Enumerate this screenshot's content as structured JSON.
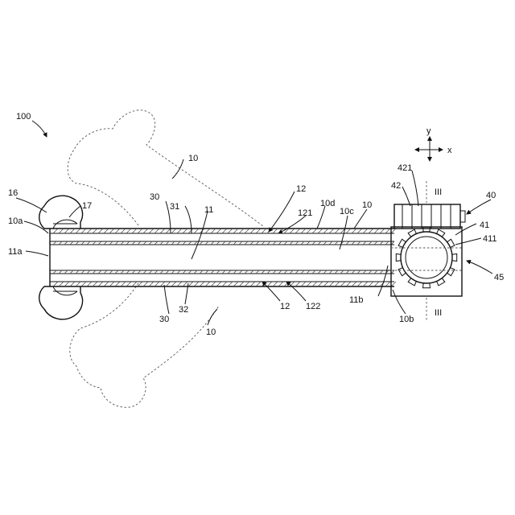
{
  "figure": {
    "labels": {
      "l100": "100",
      "l10_top": "10",
      "l10_right": "10",
      "l10_bottom": "10",
      "l10a": "10a",
      "l10b": "10b",
      "l10c": "10c",
      "l10d": "10d",
      "l11": "11",
      "l11a": "11a",
      "l11b": "11b",
      "l12_top": "12",
      "l12_bottom": "12",
      "l121": "121",
      "l122": "122",
      "l16": "16",
      "l17": "17",
      "l30_top": "30",
      "l30_bottom": "30",
      "l31": "31",
      "l32": "32",
      "l40": "40",
      "l41": "41",
      "l411": "411",
      "l42": "42",
      "l421": "421",
      "l45": "45",
      "sec_top": "III",
      "sec_bottom": "III",
      "axis_y": "y",
      "axis_x": "x"
    }
  }
}
